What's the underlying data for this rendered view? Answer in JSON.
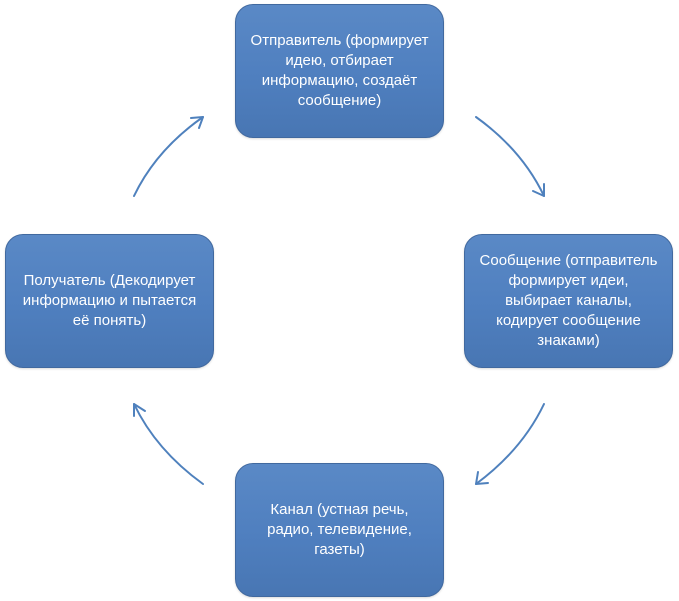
{
  "diagram": {
    "type": "cycle",
    "nodes": [
      {
        "id": "sender",
        "text": "Отправитель (формирует идею, отбирает информацию, создаёт сообщение)"
      },
      {
        "id": "message",
        "text": "Сообщение (отправитель формирует идеи, выбирает каналы, кодирует сообщение знаками)"
      },
      {
        "id": "channel",
        "text": "Канал (устная речь, радио, телевидение, газеты)"
      },
      {
        "id": "receiver",
        "text": "Получатель (Декодирует информацию и пытается её понять)"
      }
    ],
    "edges": [
      {
        "from": "sender",
        "to": "message"
      },
      {
        "from": "message",
        "to": "channel"
      },
      {
        "from": "channel",
        "to": "receiver"
      },
      {
        "from": "receiver",
        "to": "sender"
      }
    ],
    "colors": {
      "box_fill": "#4f81bd",
      "arrow": "#4f81bd",
      "text": "#ffffff"
    }
  }
}
